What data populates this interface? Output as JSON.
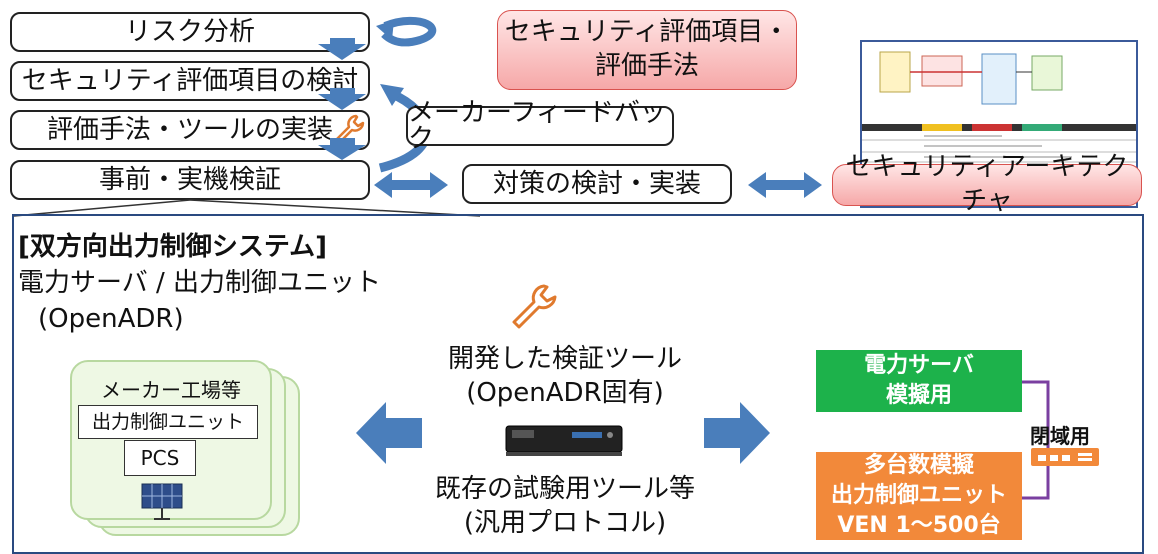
{
  "top": {
    "steps": [
      "リスク分析",
      "セキュリティ評価項目の検討",
      "評価手法・ツールの実装",
      "事前・実機検証"
    ],
    "feedback": "メーカーフィードバック",
    "countermeasure": "対策の検討・実装",
    "eval_items_line1": "セキュリティ評価項目・",
    "eval_items_line2": "評価手法",
    "architecture": "セキュリティアーキテクチャ"
  },
  "panel": {
    "title": "[双方向出力制御システム]",
    "subtitle": "電力サーバ / 出力制御ユニット",
    "protocol": "(OpenADR)",
    "factory_label": "メーカー工場等",
    "unit_label": "出力制御ユニット",
    "pcs_label": "PCS",
    "tool_line1": "開発した検証ツール",
    "tool_line2": "(OpenADR固有)",
    "existing_line1": "既存の試験用ツール等",
    "existing_line2": "(汎用プロトコル)",
    "server_line1": "電力サーバ",
    "server_line2": "模擬用",
    "closed_label": "閉域用",
    "multi_line1": "多台数模擬",
    "multi_line2": "出力制御ユニット",
    "multi_line3": "VEN 1～500台"
  },
  "colors": {
    "arrow_blue": "#4a7ebb",
    "green": "#1db24b",
    "orange": "#f2893a",
    "purple": "#7a3fa0"
  }
}
